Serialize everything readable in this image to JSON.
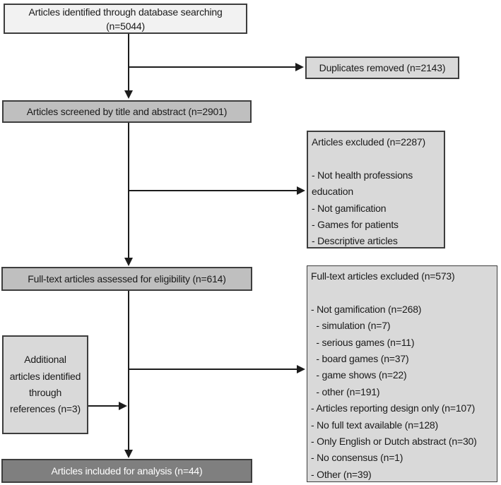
{
  "diagram": {
    "identified": "Articles identified through database searching (n=5044)",
    "duplicates": "Duplicates removed (n=2143)",
    "screened": "Articles screened by title and abstract (n=2901)",
    "excluded_abstract": {
      "title": "Articles excluded (n=2287)",
      "items": [
        "- Not health professions education",
        "- Not gamification",
        "- Games for patients",
        "- Descriptive articles"
      ]
    },
    "fulltext": "Full-text articles assessed for eligibility (n=614)",
    "excluded_fulltext": {
      "title": "Full-text articles excluded (n=573)",
      "items": [
        "- Not gamification (n=268)",
        "  - simulation (n=7)",
        "  - serious games (n=11)",
        "  - board games (n=37)",
        "  - game shows (n=22)",
        "  - other (n=191)",
        "- Articles reporting design only (n=107)",
        "- No full text available (n=128)",
        "- Only English or Dutch abstract (n=30)",
        "- No consensus (n=1)",
        "- Other (n=39)"
      ]
    },
    "additional": "Additional articles identified through references (n=3)",
    "included": "Articles included for analysis (n=44)"
  },
  "colors": {
    "box-lightest": "#f2f2f2",
    "box-light": "#d9d9d9",
    "box-medium": "#bfbfbf",
    "box-dark": "#7f7f7f",
    "box-dark-text": "#ffffff",
    "line": "#1c1c1c"
  }
}
